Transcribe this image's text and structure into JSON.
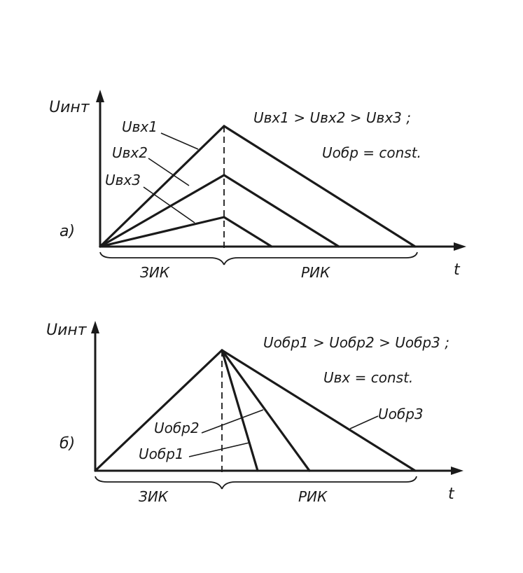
{
  "panel_a": {
    "y_axis_label": "Uинт",
    "x_axis_label": "t",
    "panel_label": "а)",
    "condition_line1": "Uвх1 > Uвх2 > Uвх3 ;",
    "condition_line2": "Uобр = const.",
    "curve_labels": [
      "Uвх1",
      "Uвх2",
      "Uвх3"
    ],
    "phase_labels": [
      "ЗИК",
      "РИК"
    ]
  },
  "panel_b": {
    "y_axis_label": "Uинт",
    "x_axis_label": "t",
    "panel_label": "б)",
    "condition_line1": "Uобр1 > Uобр2 > Uобр3 ;",
    "condition_line2": "Uвх = const.",
    "curve_labels": [
      "Uобр2",
      "Uобр1",
      "Uобр3"
    ],
    "phase_labels": [
      "ЗИК",
      "РИК"
    ]
  }
}
